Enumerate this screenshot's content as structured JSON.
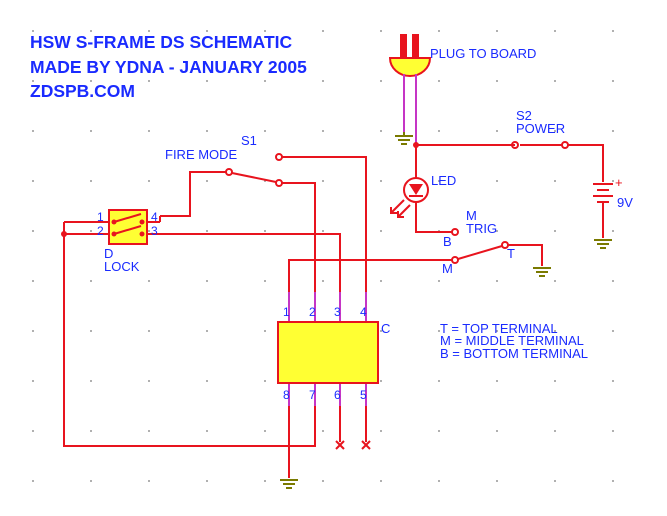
{
  "title": {
    "line1": "HSW S-FRAME DS SCHEMATIC",
    "line2": "MADE BY YDNA - JANUARY 2005",
    "line3": "ZDSPB.COM"
  },
  "labels": {
    "plug": "PLUG TO BOARD",
    "s2_ref": "S2",
    "s2_name": "POWER",
    "s1_ref": "S1",
    "s1_name": "FIRE MODE",
    "led": "LED",
    "battery_plus": "+",
    "battery_value": "9V",
    "trig_ref": "M",
    "trig_name": "TRIG",
    "term_b": "B",
    "term_m": "M",
    "term_t": "T",
    "lock_ref": "D",
    "lock_name": "LOCK",
    "chip_ref": "C"
  },
  "lock_pins": [
    "1",
    "2",
    "4",
    "3"
  ],
  "chip_pins_top": [
    "1",
    "2",
    "3",
    "4"
  ],
  "chip_pins_bottom": [
    "8",
    "7",
    "6",
    "5"
  ],
  "legend": [
    "T = TOP TERMINAL",
    "M = MIDDLE TERMINAL",
    "B = BOTTOM TERMINAL"
  ],
  "colors": {
    "wire": "#e8141e",
    "text": "#1a2bff",
    "component_fill": "#ffff33",
    "pin_lead": "#c535c5",
    "ground": "#7a7a00"
  }
}
